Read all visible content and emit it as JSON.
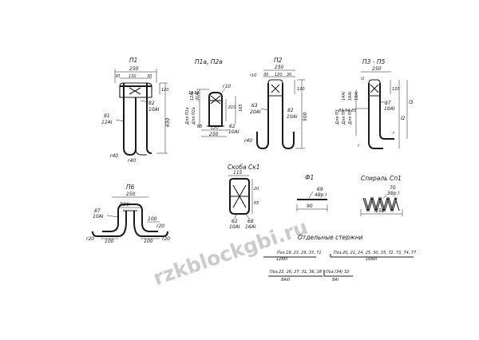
{
  "p1": {
    "title": "П1",
    "dims": [
      "250",
      "30",
      "130",
      "30",
      "120",
      "82",
      "10АI",
      "81",
      "12АI",
      "650",
      "r40",
      "r40"
    ]
  },
  "p1a": {
    "title": "П1а, П2а",
    "dims": [
      "r10",
      "19",
      "19",
      "12АI",
      "20АI",
      "Для П1а",
      "Для П2а",
      "210",
      "165",
      "65",
      "120",
      "62",
      "10АI",
      "250"
    ]
  },
  "p2": {
    "title": "П2",
    "dims": [
      "250",
      "r10",
      "30",
      "120",
      "30",
      "120",
      "63",
      "20АI",
      "82",
      "10АI",
      "500",
      "r40"
    ]
  },
  "p3": {
    "title": "П3 - П5",
    "dims": [
      "250",
      "l1",
      "120",
      "87",
      "10АI",
      "l2",
      "l3",
      "Для П3",
      "Для П4",
      "Для П5",
      "14АI",
      "16АI",
      "18АI",
      "83",
      "84",
      "85",
      "r",
      "r"
    ]
  },
  "p6": {
    "title": "П6",
    "dims": [
      "250",
      "R30",
      "87",
      "10АI",
      "r20",
      "100",
      "100",
      "r20",
      "r20",
      "100"
    ]
  },
  "skoba": {
    "title": "Скоба Ск1",
    "dims": [
      "115",
      "20",
      "65",
      "62",
      "10АI",
      "68",
      "16АI"
    ]
  },
  "f1": {
    "title": "Ф1",
    "dims": [
      "69",
      "48р I",
      "90"
    ]
  },
  "spiral": {
    "title": "Спираль Сп1",
    "dims": [
      "70",
      "38р I",
      "150"
    ]
  },
  "bars": {
    "title": "Отдельные стержни",
    "top_left": "Поз.19, 23, 29, 33, 71",
    "top_left_sub": "12АIII",
    "top_right": "Поз.20, 21, 24, 25, 30, 35, 72, 73, 74, 77",
    "top_right_sub": "16АIII",
    "bottom_left": "Поз.22, 26, 27, 31, 36, 38",
    "bottom_left_sub": "8АIII",
    "bottom_right": "Поз.(34) 32",
    "bottom_right_sub": "8АI"
  },
  "watermark": "rzkblockgbi.ru"
}
